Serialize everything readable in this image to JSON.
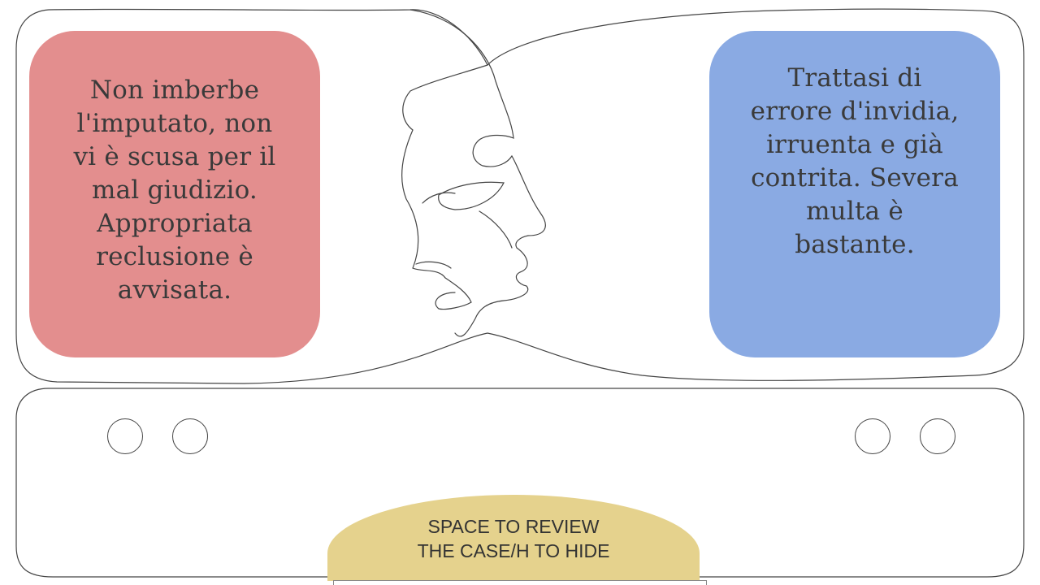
{
  "colors": {
    "left_card": "#e38e8e",
    "right_card": "#8aaae3",
    "review_button": "#e5d28d",
    "outline": "#444444"
  },
  "judges": {
    "left": {
      "verdict": "Non imberbe\nl'imputato, non\nvi è scusa per il\nmal giudizio.\nAppropriata\nreclusione è\navvisata."
    },
    "right": {
      "verdict": "Trattasi di\nerrore d'invidia,\nirruenta e già\ncontrita. Severa\nmulta è\nbastante."
    }
  },
  "controls": {
    "review_label": "SPACE TO REVIEW\nTHE CASE/H TO HIDE"
  },
  "icons": {
    "face": "face-line-drawing-icon"
  }
}
